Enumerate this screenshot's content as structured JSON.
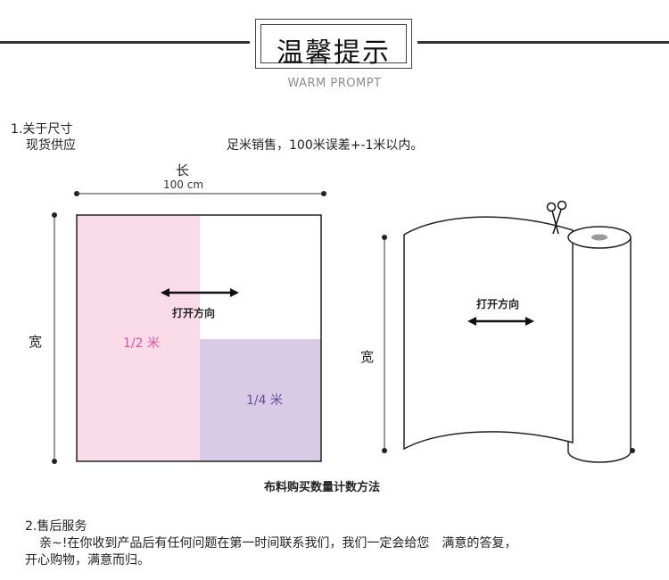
{
  "header": {
    "title": "温馨提示",
    "subtitle": "WARM PROMPT"
  },
  "section1": {
    "heading": "1.关于尺寸",
    "line_prefix": "现货供应",
    "line_rest": "足米销售，100米误差+-1米以内。"
  },
  "diagram_left": {
    "length_label": "长",
    "length_value": "100 cm",
    "width_label": "宽",
    "direction_label": "打开方向",
    "half_label": "1/2 米",
    "quarter_label": "1/4 米"
  },
  "diagram_right": {
    "width_label": "宽",
    "direction_label": "打开方向"
  },
  "caption": "布料购买数量计数方法",
  "section2": {
    "heading": "2.售后服务",
    "line1": "亲~!在你收到产品后有任何问题在第一时间联系我们，我们一定会给您　满意的答复，",
    "line2": "开心购物，满意而归。"
  },
  "colors": {
    "half_fill": "#fadce9",
    "quarter_fill": "#d8cbe6",
    "half_text": "#e0529a",
    "quarter_text": "#6b4c99"
  }
}
